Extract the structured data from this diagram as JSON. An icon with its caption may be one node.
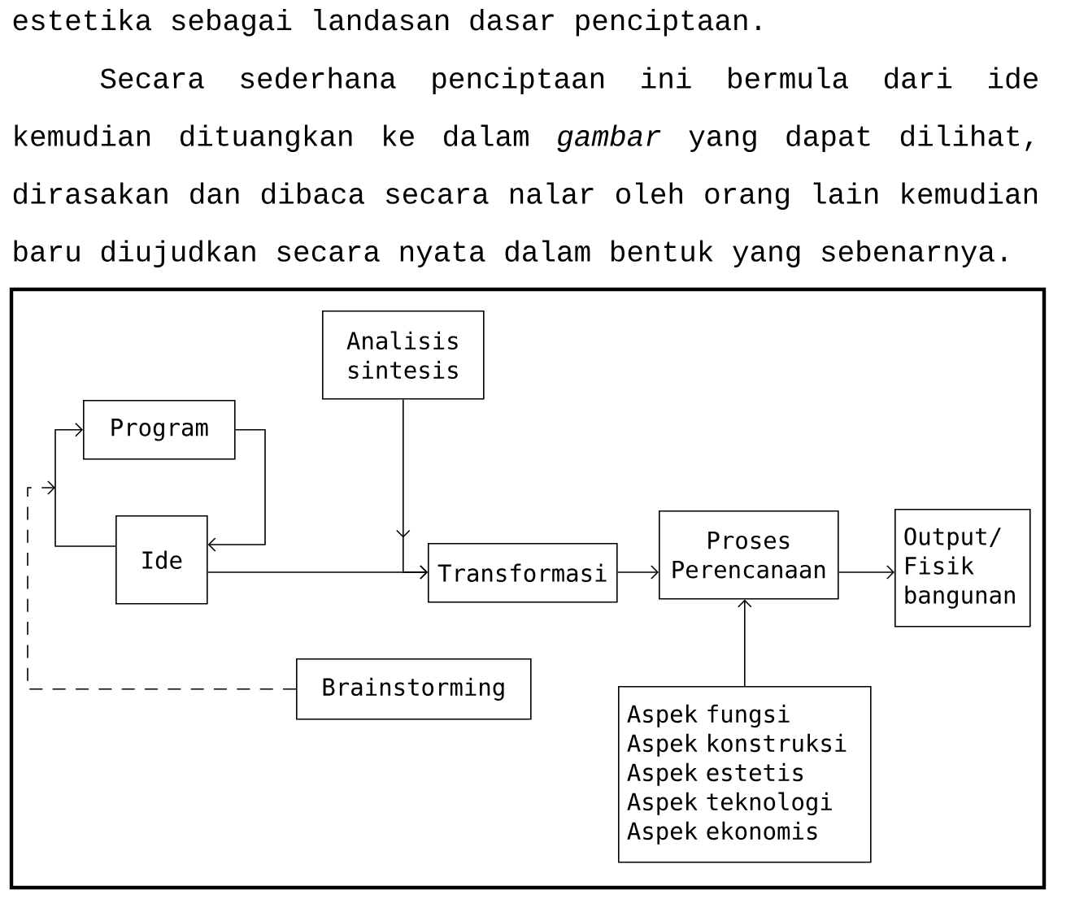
{
  "diagram": {
    "nodes": [
      {
        "text": [
          "Analisis sintesis"
        ]
      },
      {
        "text": [
          "Program"
        ]
      },
      {
        "text": [
          "Ide"
        ]
      },
      {
        "text": [
          "Transformasi"
        ]
      },
      {
        "text": [
          "Proses Perencanaan"
        ]
      },
      {
        "text": [
          "Output/ Fisik bangunan"
        ]
      },
      {
        "text": [
          "Brainstorming"
        ]
      },
      {
        "text": [
          "Aspek fungsi",
          "Aspek konstruksi",
          "Aspek estetis",
          "Aspek teknologi",
          "Aspek ekonomis"
        ]
      }
    ],
    "edges": [
      {
        "from": 2,
        "to": 1,
        "arrow": "to"
      },
      {
        "from": 1,
        "to": 2,
        "arrow": "to"
      },
      {
        "from": 2,
        "to": 3,
        "arrow": "to"
      },
      {
        "from": 0,
        "to": 3,
        "arrow": "to"
      },
      {
        "from": 3,
        "to": 4,
        "arrow": "to"
      },
      {
        "from": 4,
        "to": 5,
        "arrow": "to"
      },
      {
        "from": 7,
        "to": 4,
        "arrow": "to"
      },
      {
        "from": 6,
        "to": 1,
        "arrow": "to",
        "style": "dashed"
      }
    ],
    "labels": [
      "estetika sebagai landasan dasar penciptaan.",
      "Secara sederhana penciptaan ini bermula dari ide kemudian dituangkan ke dalam *gambar* yang dapat dilihat, dirasakan dan dibaca secara nalar oleh orang lain kemudian baru diujudkan secara nyata dalam bentuk yang sebenarnya."
    ]
  }
}
